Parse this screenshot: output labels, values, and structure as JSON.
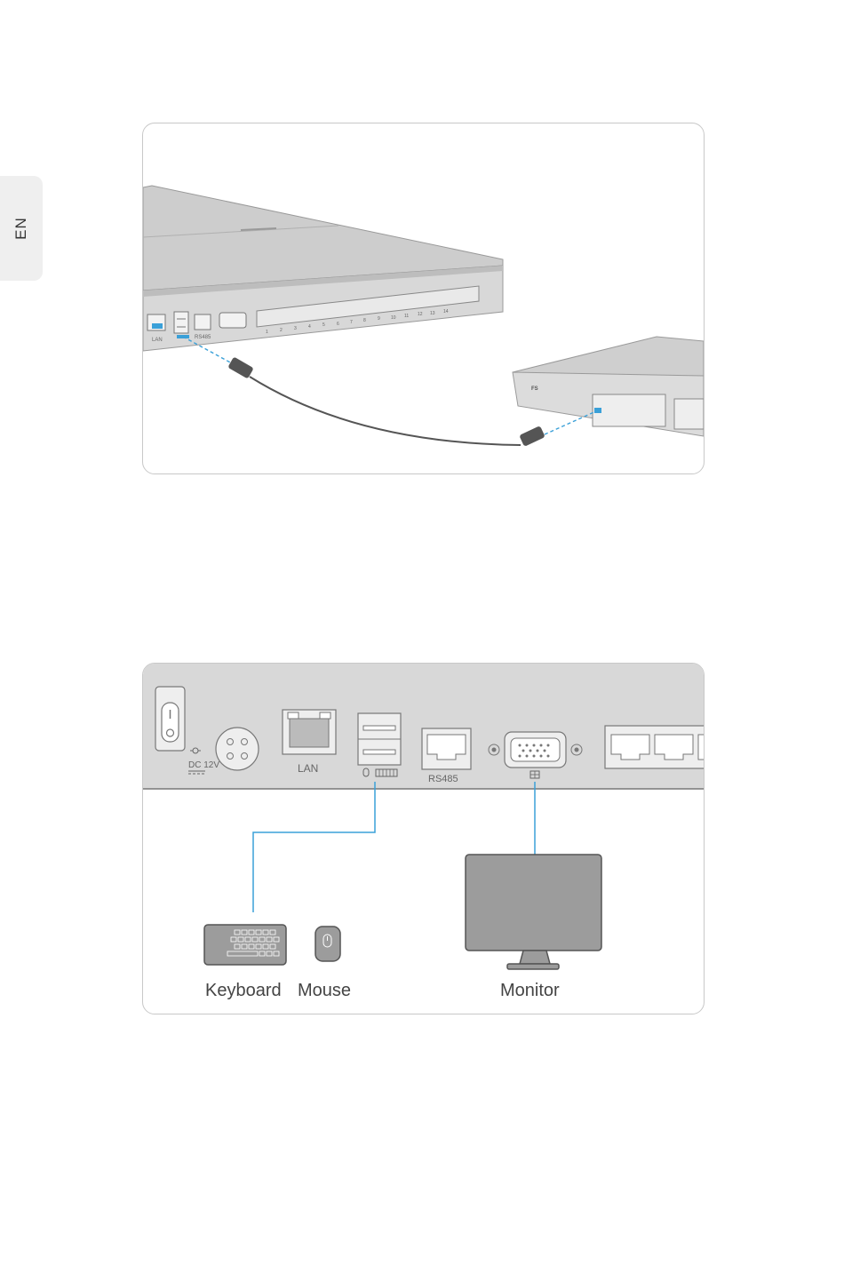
{
  "side_tab": {
    "label": "EN"
  },
  "panel1": {
    "lan_label": "LAN",
    "rs485_label": "RS485",
    "switch_logo": "FS",
    "port_numbers": [
      "1",
      "2",
      "3",
      "4",
      "5",
      "6",
      "7",
      "8",
      "9",
      "10",
      "11",
      "12",
      "13",
      "14"
    ]
  },
  "panel2": {
    "dc_label": "DC 12V",
    "lan_label": "LAN",
    "rs485_label": "RS485",
    "keyboard_label": "Keyboard",
    "mouse_label": "Mouse",
    "monitor_label": "Monitor"
  },
  "colors": {
    "connector_line": "#3aa0d8",
    "device_gray": "#c8c8c8",
    "dark_gray": "#555555",
    "monitor_fill": "#9c9c9c"
  }
}
